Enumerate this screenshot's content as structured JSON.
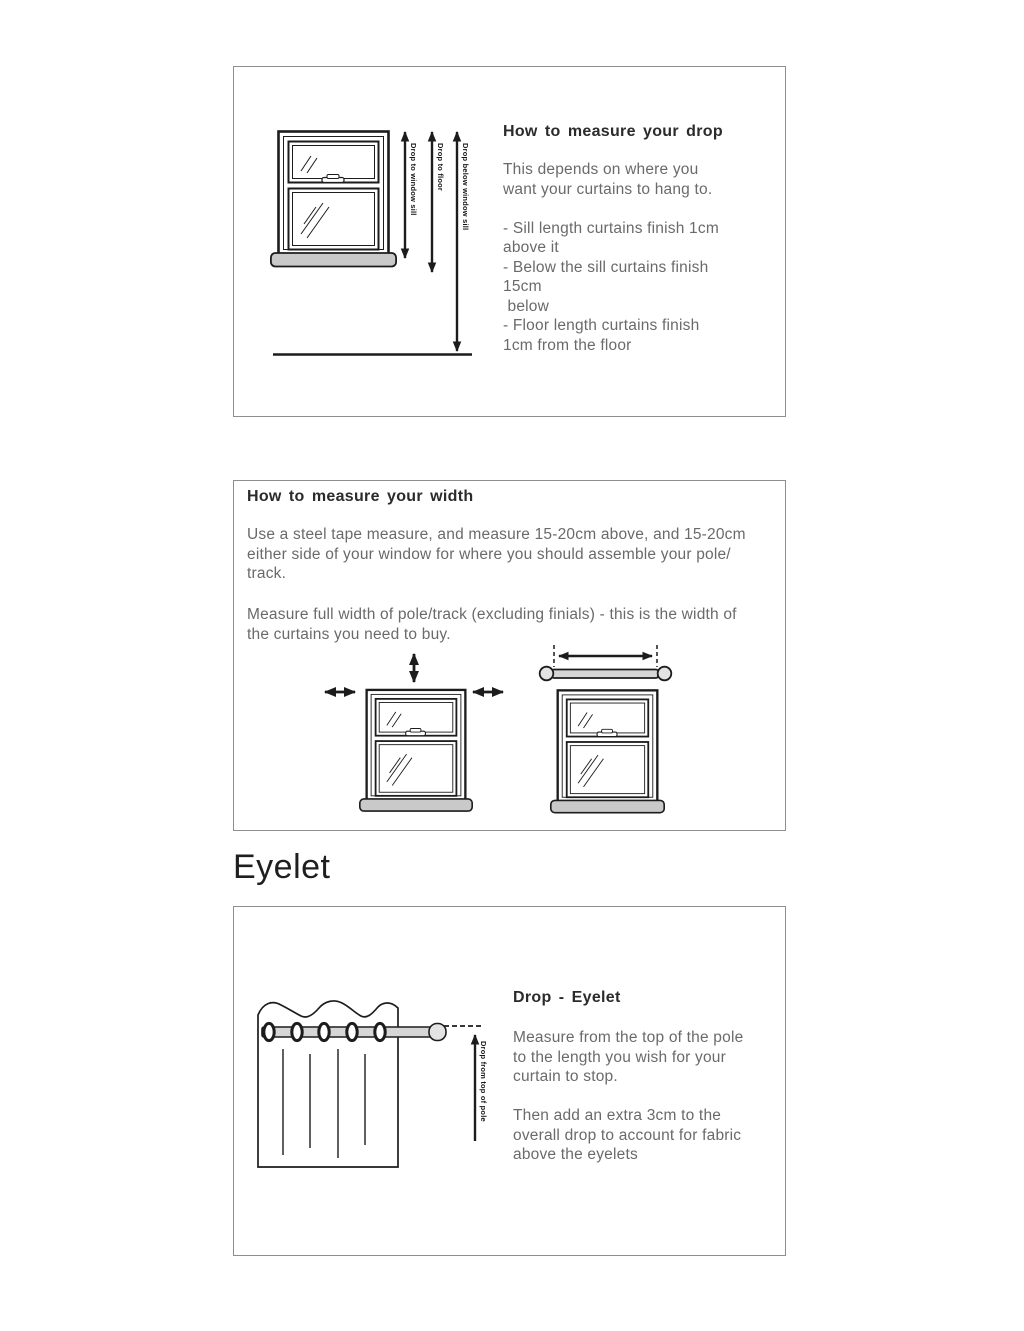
{
  "colors": {
    "background": "#ffffff",
    "panel_border": "#8e8e8e",
    "heading_text": "#2b2b2b",
    "body_text": "#6a6a6a",
    "diagram_line": "#1c1c1c",
    "sill_fill": "#c9c9c9",
    "pole_fill": "#d6d6d6",
    "finial_fill": "#e3e3e3"
  },
  "section_drop": {
    "heading": "How to measure your drop",
    "body_lines": [
      "This depends on where you",
      "want your curtains to hang to.",
      "",
      "- Sill length curtains finish 1cm",
      "above it",
      "- Below the sill curtains finish",
      "15cm",
      " below",
      "- Floor length curtains finish",
      "1cm from the floor"
    ],
    "arrow_labels": {
      "sill": "Drop to window sill",
      "floor": "Drop to floor",
      "below_sill": "Drop below window sill"
    }
  },
  "section_width": {
    "heading": "How to measure your width",
    "para1_lines": [
      "Use a steel tape measure, and measure 15-20cm above, and 15-20cm",
      "either side of your window for where you should assemble your pole/",
      "track."
    ],
    "para2_lines": [
      "Measure full width of pole/track (excluding finials) - this is the width of",
      "the curtains you need to buy."
    ]
  },
  "section_eyelet": {
    "page_heading": "Eyelet",
    "heading": "Drop - Eyelet",
    "body_lines": [
      "Measure from the top of the pole",
      "to the length you wish for your",
      "curtain to stop.",
      "",
      "Then add an extra 3cm to the",
      "overall drop to account for fabric",
      "above the eyelets"
    ],
    "arrow_label": "Drop from top of pole"
  }
}
